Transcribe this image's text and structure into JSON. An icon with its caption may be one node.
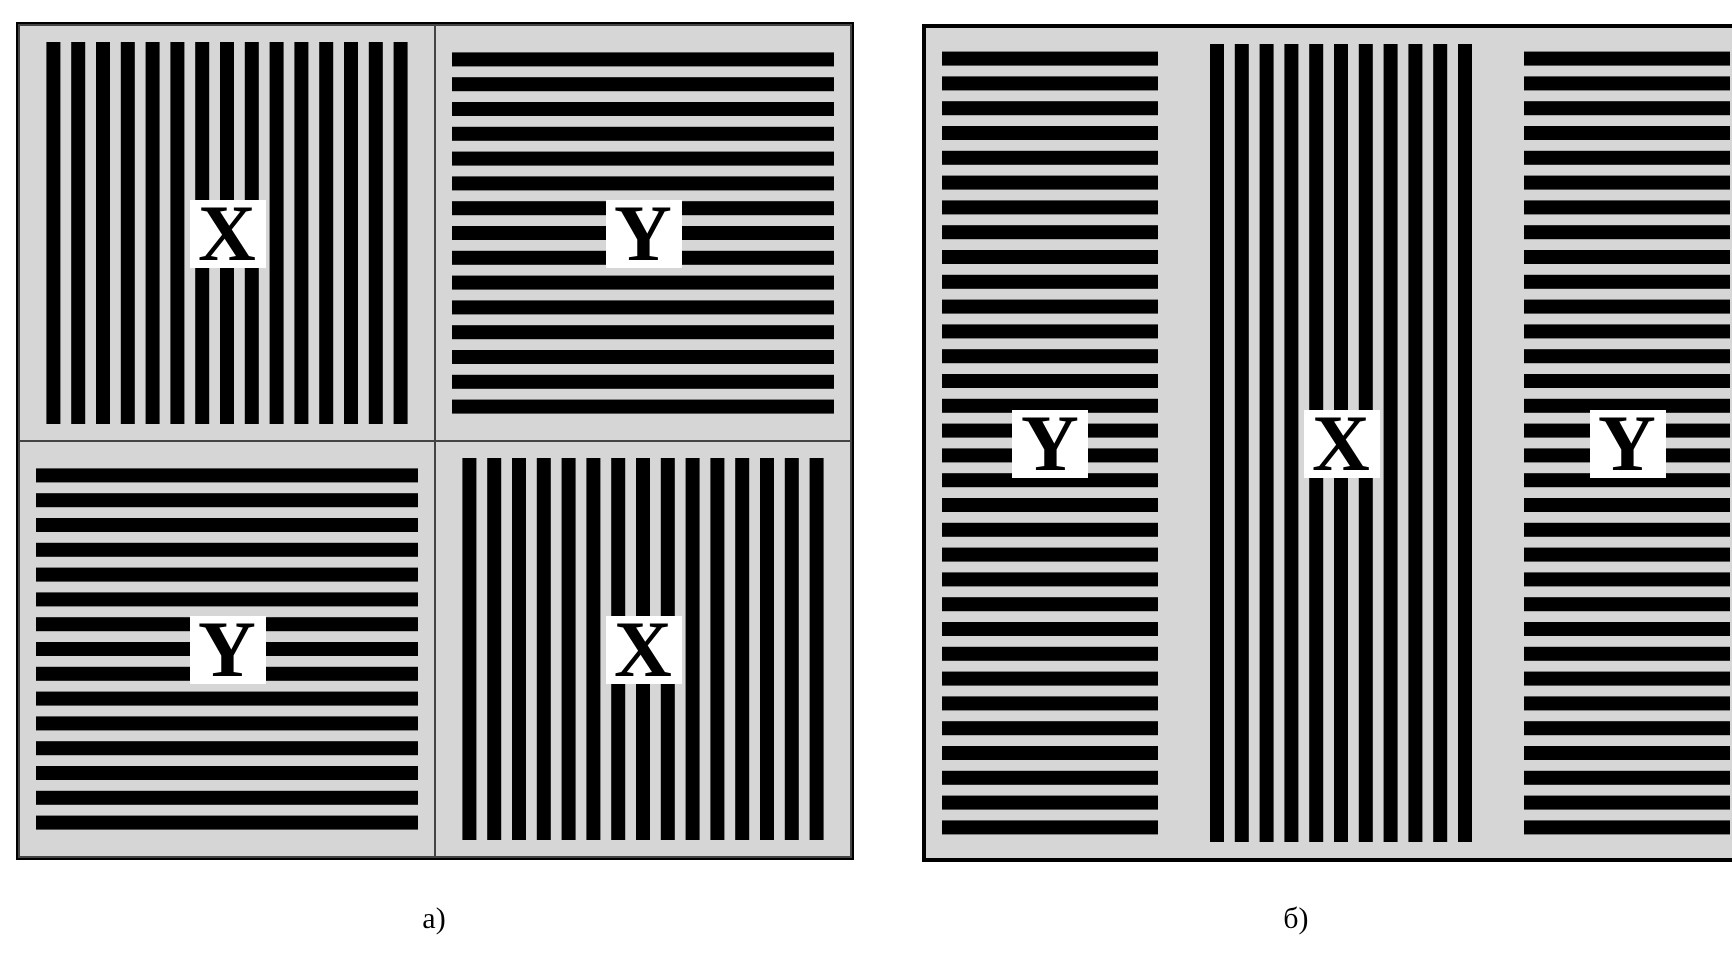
{
  "diagram": {
    "nodes": [
      {
        "text": [],
        "shape": "box"
      },
      {
        "text": [
          "X"
        ],
        "in": 0
      },
      {
        "text": [
          "Y"
        ],
        "in": 0
      },
      {
        "text": [
          "Y"
        ],
        "in": 0
      },
      {
        "text": [
          "X"
        ],
        "in": 0
      },
      {
        "text": [],
        "shape": "box"
      },
      {
        "text": [
          "Y"
        ],
        "in": 5
      },
      {
        "text": [
          "X"
        ],
        "in": 5
      },
      {
        "text": [
          "Y"
        ],
        "in": 5
      }
    ],
    "labels": [
      "а)",
      "б)"
    ]
  }
}
